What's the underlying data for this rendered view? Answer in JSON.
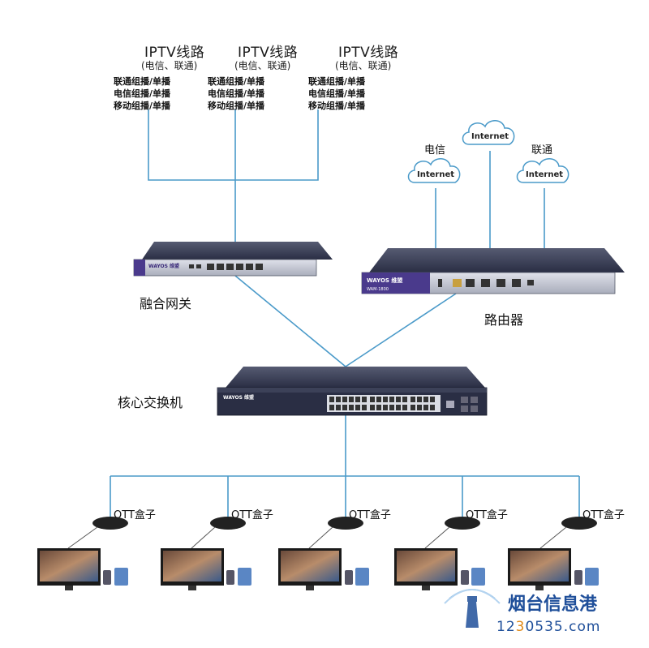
{
  "iptv_sources": [
    {
      "title": "IPTV线路",
      "subtitle": "(电信、联通)",
      "lines": [
        "联通组播/单播",
        "电信组播/单播",
        "移动组播/单播"
      ]
    },
    {
      "title": "IPTV线路",
      "subtitle": "(电信、联通)",
      "lines": [
        "联通组播/单播",
        "电信组播/单播",
        "移动组播/单播"
      ]
    },
    {
      "title": "IPTV线路",
      "subtitle": "(电信、联通)",
      "lines": [
        "联通组播/单播",
        "电信组播/单播",
        "移动组播/单播"
      ]
    }
  ],
  "isp": {
    "telecom": "电信",
    "unicom": "联通"
  },
  "clouds": [
    "Internet",
    "Internet",
    "Internet"
  ],
  "devices": {
    "gateway": {
      "label": "融合网关",
      "brand": "WAYOS 维盟"
    },
    "router": {
      "label": "路由器",
      "brand": "WAYOS 维盟",
      "model": "WAM-1800"
    },
    "core_switch": {
      "label": "核心交换机",
      "brand": "WAYOS 维盟"
    }
  },
  "ott_boxes": [
    "OTT盒子",
    "OTT盒子",
    "OTT盒子",
    "OTT盒子",
    "OTT盒子"
  ],
  "watermark": {
    "text": "烟台信息港",
    "url_prefix": "12",
    "url_mid": "3",
    "url_suffix": "0535.com"
  },
  "colors": {
    "line": "#4a9ac9",
    "device_dark": "#2a2e44",
    "brand_purple": "#4a3a8c",
    "watermark": "#1f4f9a"
  }
}
